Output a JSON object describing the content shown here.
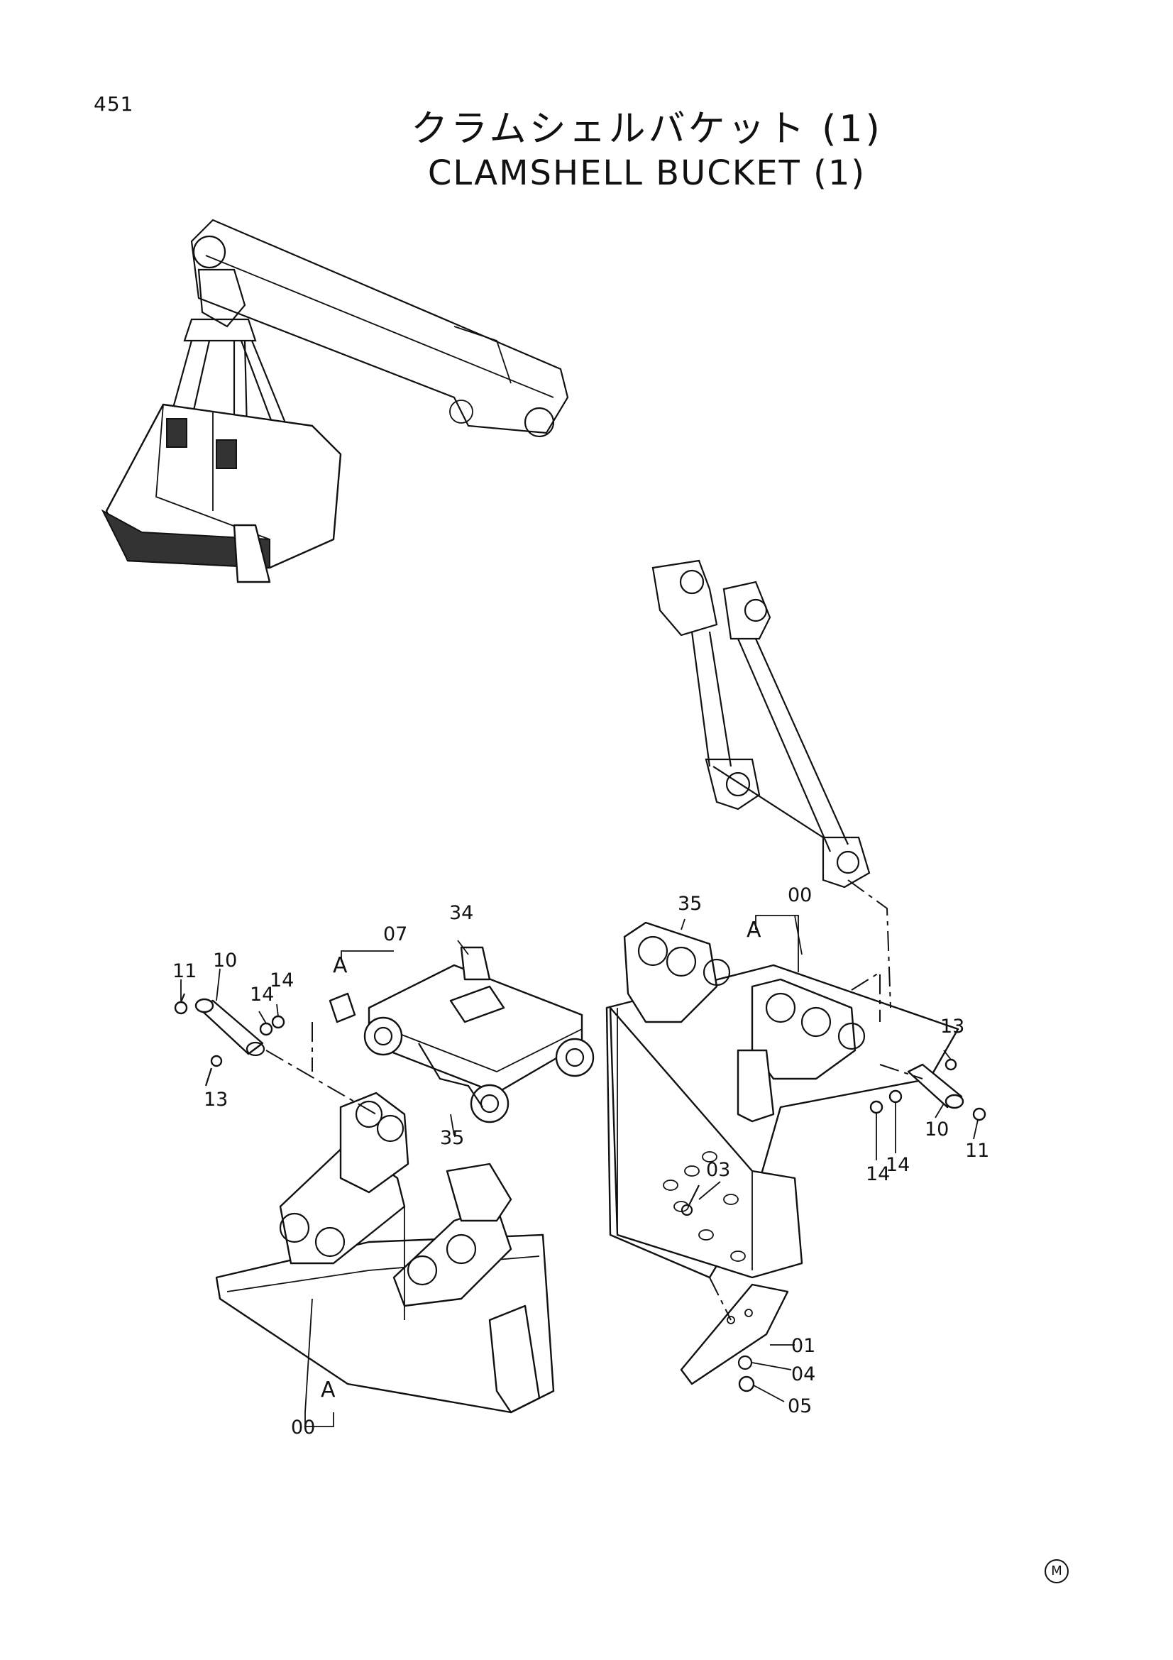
{
  "page_number": "451",
  "title": {
    "japanese": "クラムシェルバケット (1)",
    "english": "CLAMSHELL BUCKET (1)"
  },
  "callouts": {
    "c00_right": "00",
    "c00_left": "00",
    "c01": "01",
    "c03": "03",
    "c04": "04",
    "c05": "05",
    "c07": "07",
    "c10_left": "10",
    "c10_right": "10",
    "c11_left": "11",
    "c11_right": "11",
    "c13_left": "13",
    "c13_right": "13",
    "c14_left_a": "14",
    "c14_left_b": "14",
    "c14_right_a": "14",
    "c14_right_b": "14",
    "c34": "34",
    "c35_right": "35",
    "c35_left": "35",
    "view_a_top": "A",
    "view_a_right": "A",
    "view_a_left": "A"
  },
  "mark": "M"
}
